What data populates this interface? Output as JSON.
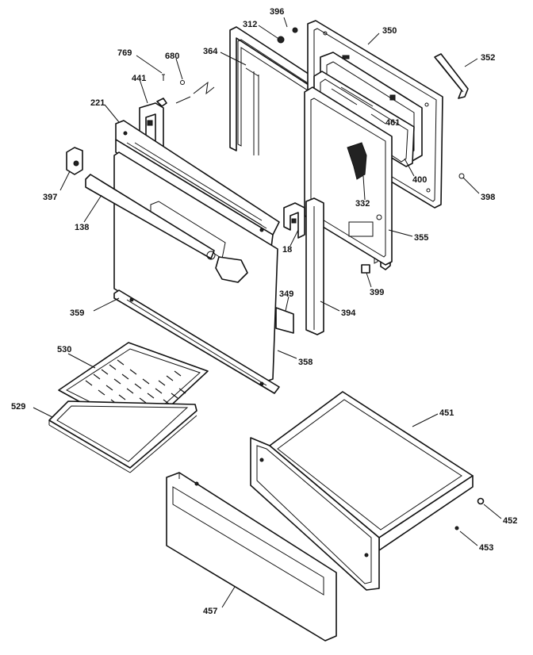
{
  "labels": {
    "p396": "396",
    "p312": "312",
    "p350": "350",
    "p352": "352",
    "p769": "769",
    "p680": "680",
    "p364": "364",
    "p441": "441",
    "p221": "221",
    "p461": "461",
    "p397": "397",
    "p400": "400",
    "p398": "398",
    "p138": "138",
    "p332": "332",
    "p355": "355",
    "p18": "18",
    "p399": "399",
    "p359": "359",
    "p349": "349",
    "p394": "394",
    "p358": "358",
    "p530": "530",
    "p451": "451",
    "p529": "529",
    "p452": "452",
    "p453": "453",
    "p457": "457"
  }
}
